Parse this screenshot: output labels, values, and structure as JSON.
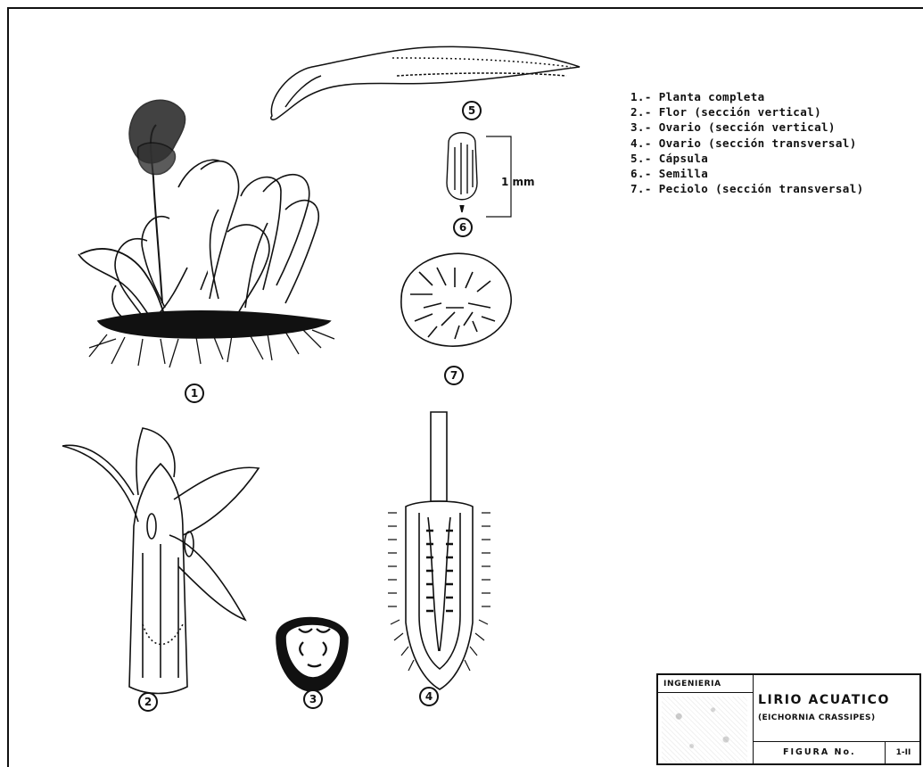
{
  "legend": {
    "items": [
      "1.- Planta completa",
      "2.- Flor  (sección vertical)",
      "3.- Ovario  (sección vertical)",
      "4.- Ovario  (sección transversal)",
      "5.- Cápsula",
      "6.- Semilla",
      "7.- Peciolo  (sección transversal)"
    ]
  },
  "figures": {
    "labels": [
      "1",
      "2",
      "3",
      "4",
      "5",
      "6",
      "7"
    ],
    "scale_label": "1 mm"
  },
  "title_block": {
    "institution": "INGENIERIA",
    "title": "LIRIO ACUATICO",
    "subtitle": "(EICHORNIA CRASSIPES)",
    "figure_label": "FIGURA  No.",
    "figure_number": "1-II"
  }
}
